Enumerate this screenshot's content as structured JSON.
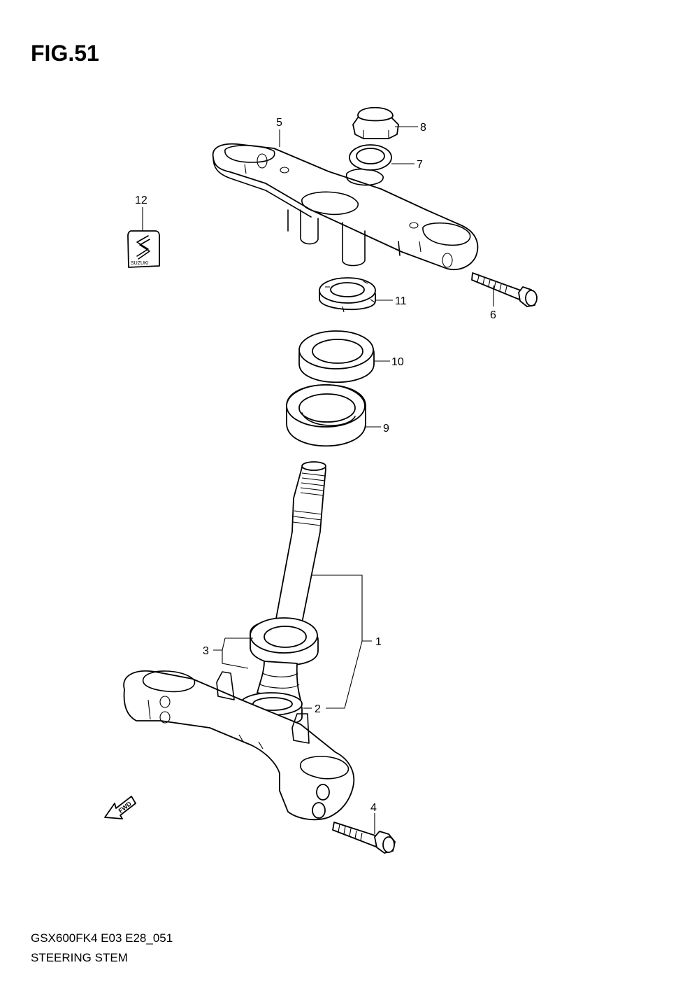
{
  "figure": {
    "title": "FIG.51",
    "model_code": "GSX600FK4 E03 E28_051",
    "section_name": "STEERING STEM"
  },
  "callouts": [
    {
      "id": "1",
      "label": "1"
    },
    {
      "id": "2",
      "label": "2"
    },
    {
      "id": "3",
      "label": "3"
    },
    {
      "id": "4",
      "label": "4"
    },
    {
      "id": "5",
      "label": "5"
    },
    {
      "id": "6",
      "label": "6"
    },
    {
      "id": "7",
      "label": "7"
    },
    {
      "id": "8",
      "label": "8"
    },
    {
      "id": "9",
      "label": "9"
    },
    {
      "id": "10",
      "label": "10"
    },
    {
      "id": "11",
      "label": "11"
    },
    {
      "id": "12",
      "label": "12"
    }
  ],
  "logo": {
    "text": "SUZUKI"
  },
  "direction_marker": {
    "text": "FWD"
  }
}
